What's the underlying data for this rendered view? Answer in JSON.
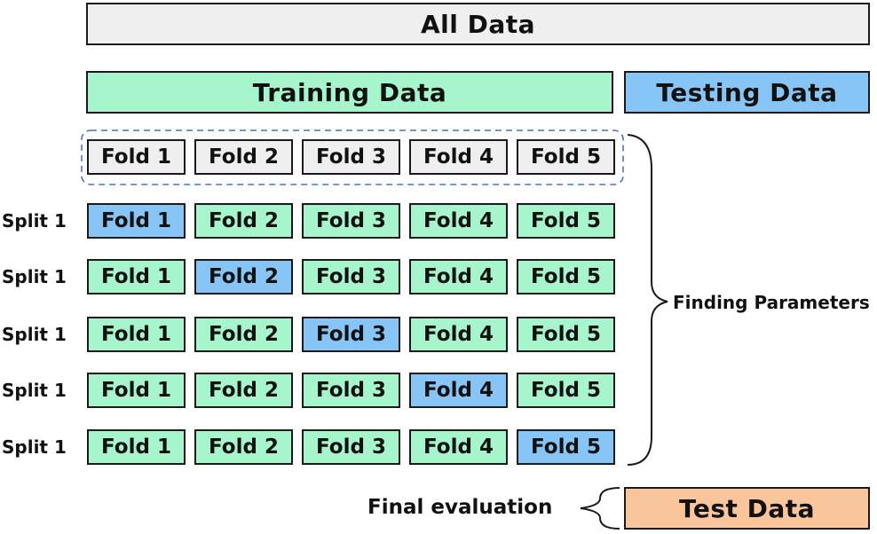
{
  "headers": {
    "all_data": "All Data",
    "training_data": "Training Data",
    "testing_data": "Testing Data",
    "test_data": "Test Data"
  },
  "folds": [
    "Fold 1",
    "Fold 2",
    "Fold 3",
    "Fold 4",
    "Fold 5"
  ],
  "splits": [
    {
      "label": "Split 1",
      "test_fold": 1
    },
    {
      "label": "Split 1",
      "test_fold": 2
    },
    {
      "label": "Split 1",
      "test_fold": 3
    },
    {
      "label": "Split 1",
      "test_fold": 4
    },
    {
      "label": "Split 1",
      "test_fold": 5
    }
  ],
  "annotations": {
    "finding_parameters": "Finding Parameters",
    "final_evaluation": "Final evaluation"
  },
  "colors": {
    "all_data": "#efefef",
    "training": "#a6f5cc",
    "testing": "#86c5f5",
    "test_data": "#fac59b",
    "dashed_outline": "#4a72c4"
  }
}
